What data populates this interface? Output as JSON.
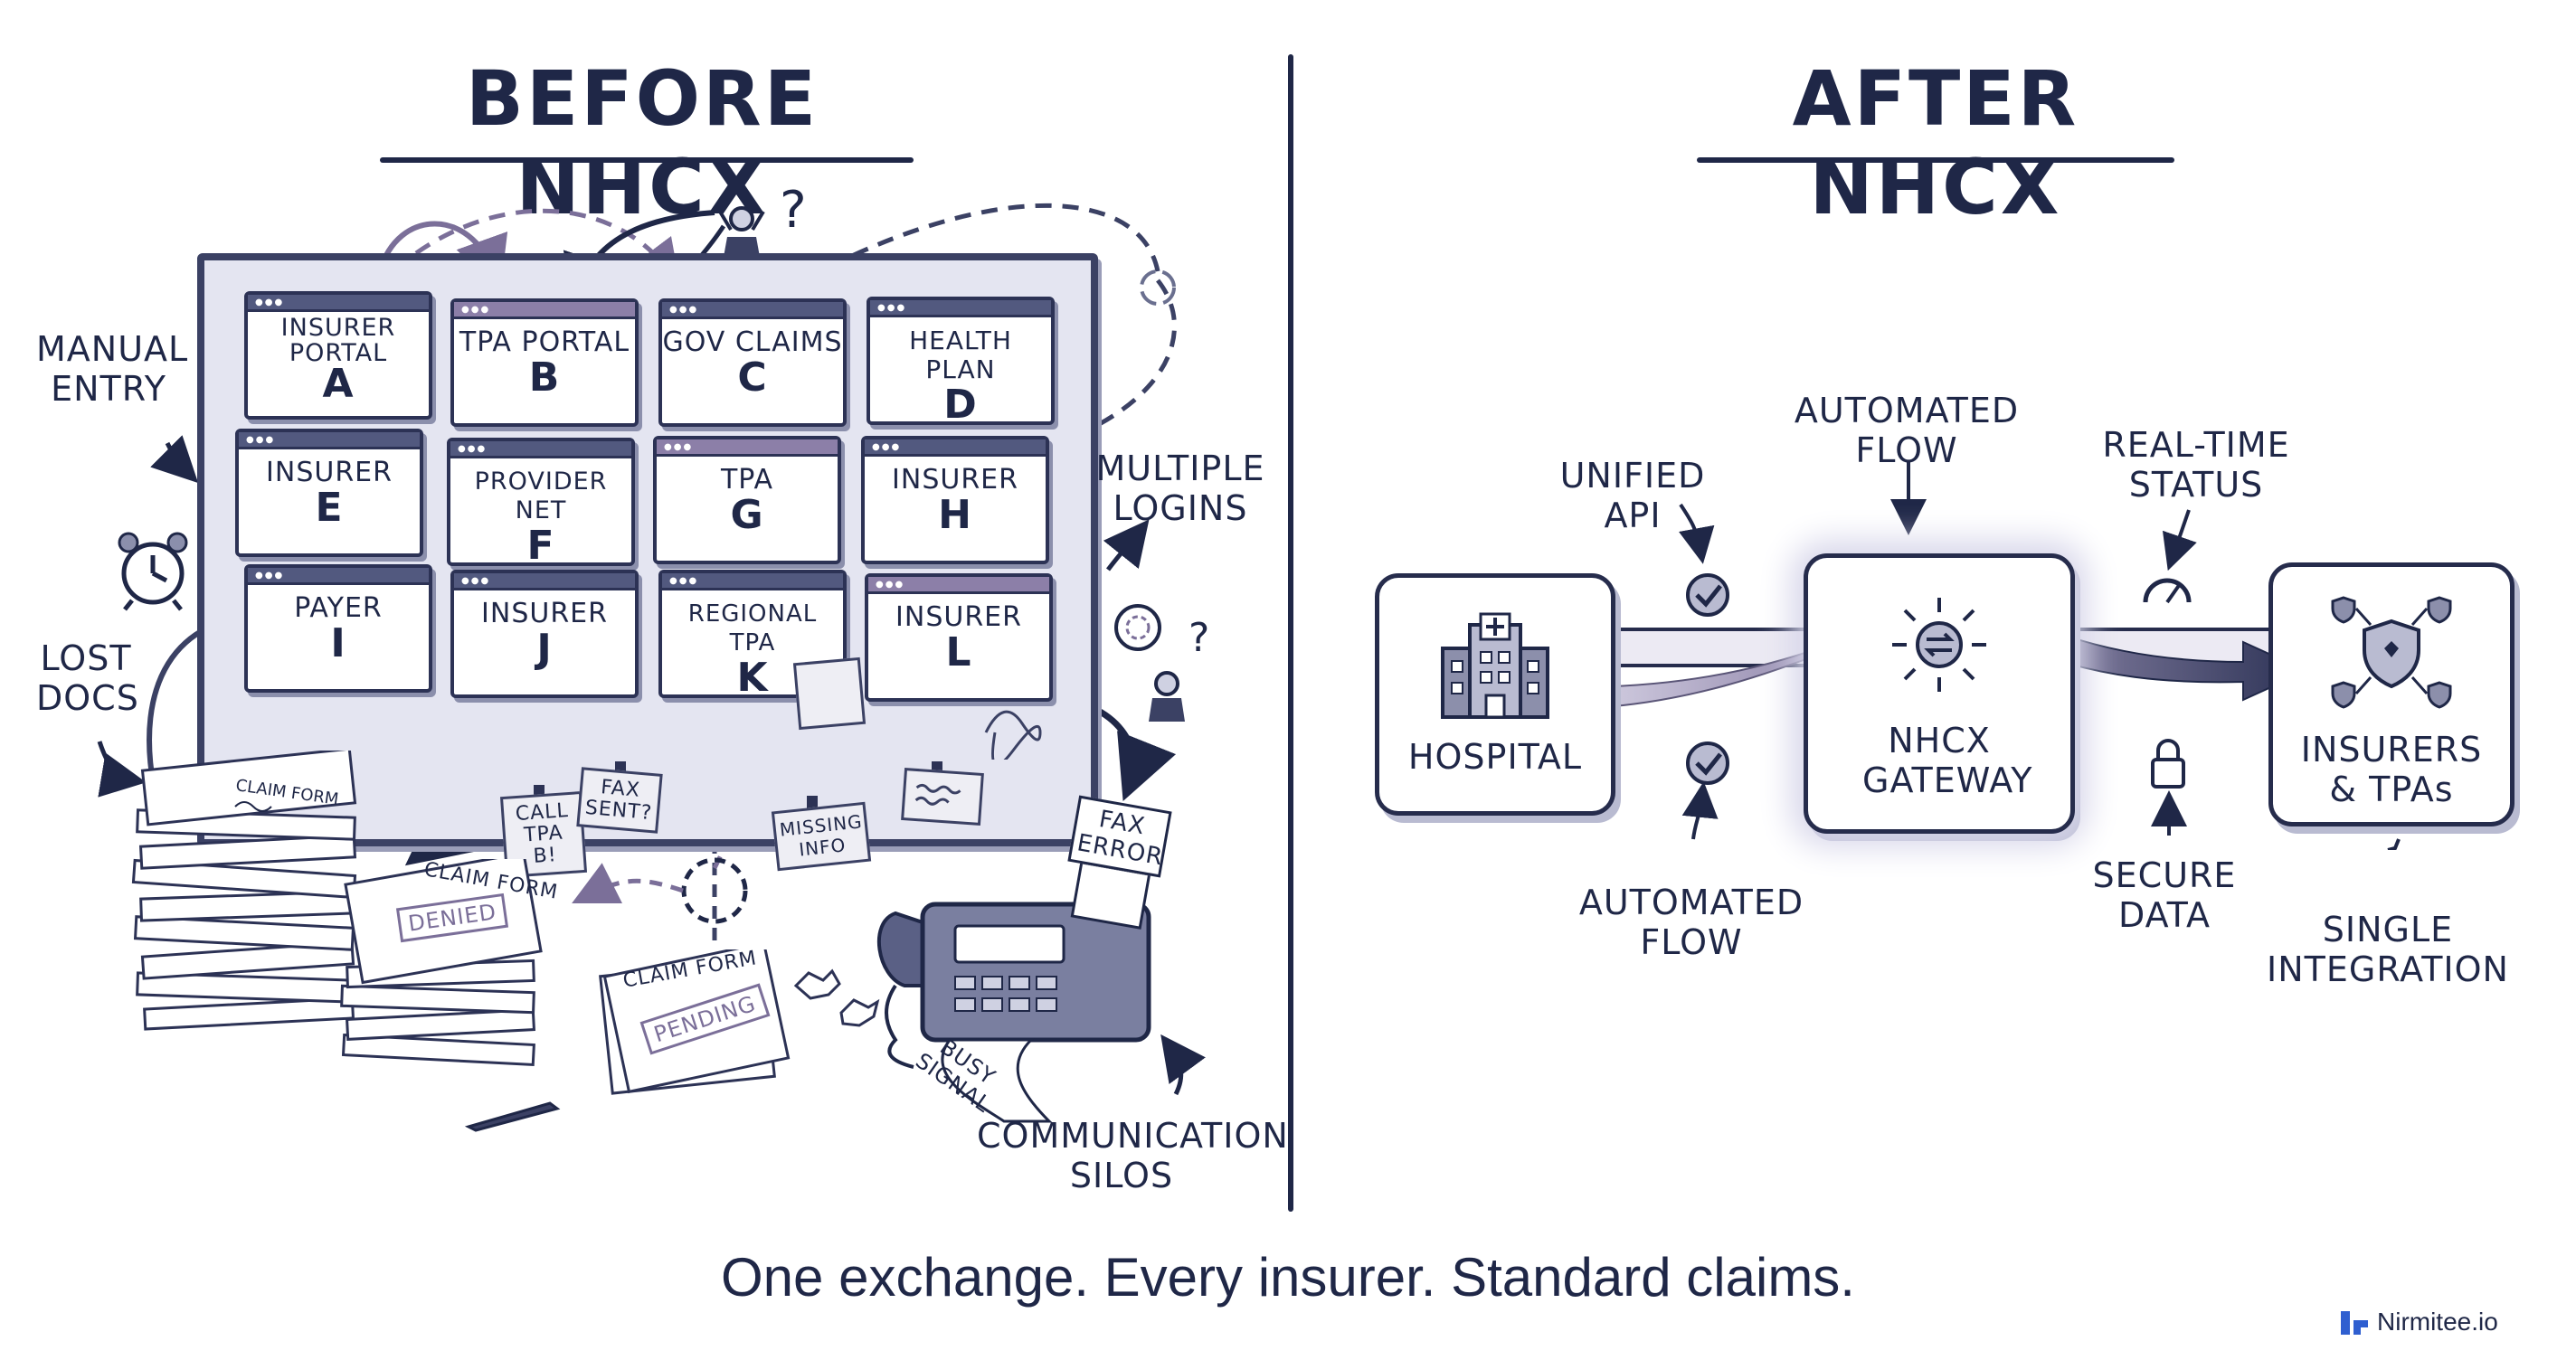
{
  "before": {
    "title": "BEFORE NHCX",
    "windows": [
      {
        "name": "INSURER PORTAL",
        "letter": "A"
      },
      {
        "name": "TPA PORTAL",
        "letter": "B"
      },
      {
        "name": "GOV CLAIMS",
        "letter": "C"
      },
      {
        "name": "HEALTH PLAN",
        "letter": "D"
      },
      {
        "name": "INSURER",
        "letter": "E"
      },
      {
        "name": "PROVIDER NET",
        "letter": "F"
      },
      {
        "name": "TPA",
        "letter": "G"
      },
      {
        "name": "INSURER",
        "letter": "H"
      },
      {
        "name": "PAYER",
        "letter": "I"
      },
      {
        "name": "INSURER",
        "letter": "J"
      },
      {
        "name": "REGIONAL TPA",
        "letter": "K"
      },
      {
        "name": "INSURER",
        "letter": "L"
      }
    ],
    "labels": {
      "manual_entry": "MANUAL ENTRY",
      "lost_docs": "LOST DOCS",
      "multiple_logins": "MULTIPLE LOGINS",
      "communication_silos": "COMMUNICATION SILOS"
    },
    "notes": {
      "call_tpa": "CALL TPA B!",
      "fax_sent": "FAX SENT?",
      "missing_info": "MISSING INFO",
      "fax_error": "FAX ERROR",
      "busy_signal": "BUSY SIGNAL"
    },
    "forms": {
      "claim_form": "CLAIM FORM",
      "denied": "DENIED",
      "pending": "PENDING"
    },
    "question_mark": "?"
  },
  "after": {
    "title": "AFTER NHCX",
    "nodes": {
      "hospital": "HOSPITAL",
      "gateway": "NHCX GATEWAY",
      "insurers": "INSURERS & TPAs"
    },
    "labels": {
      "unified_api": "UNIFIED API",
      "automated_flow_top": "AUTOMATED FLOW",
      "real_time_status": "REAL-TIME STATUS",
      "automated_flow_bottom": "AUTOMATED FLOW",
      "secure_data": "SECURE DATA",
      "single_integration": "SINGLE INTEGRATION"
    }
  },
  "tagline": "One exchange. Every insurer. Standard claims.",
  "brand": "Nirmitee.io",
  "colors": {
    "ink": "#1f2747",
    "purple": "#8c7fa8",
    "board": "#e4e5f1",
    "brand_blue": "#2f5fd0"
  }
}
